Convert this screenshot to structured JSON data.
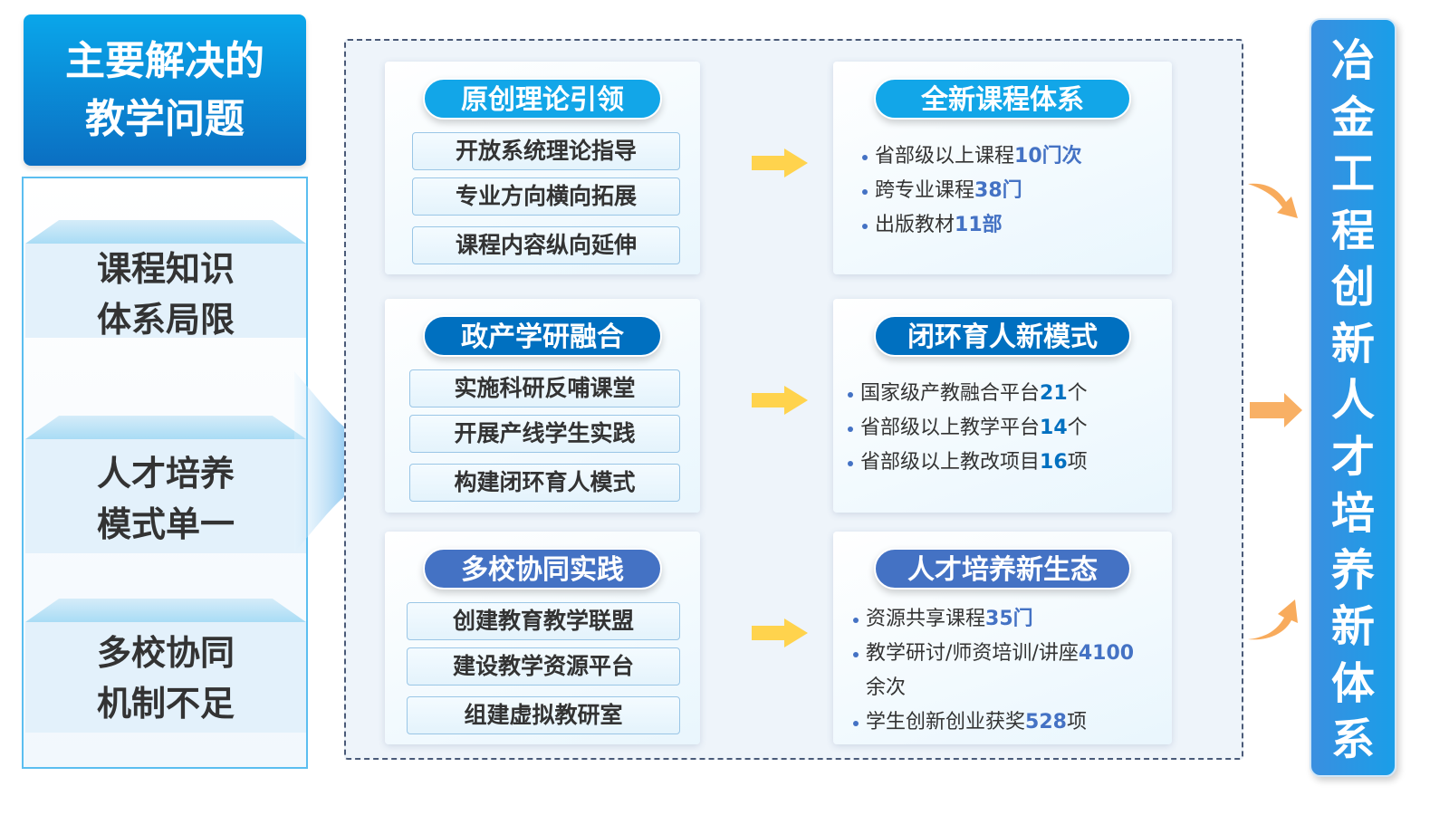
{
  "title": [
    "主要解决的",
    "教学问题"
  ],
  "problems": [
    [
      "课程知识",
      "体系局限"
    ],
    [
      "人才培养",
      "模式单一"
    ],
    [
      "多校协同",
      "机制不足"
    ]
  ],
  "measures": [
    {
      "title": "原创理论引领",
      "items": [
        "开放系统理论指导",
        "专业方向横向拓展",
        "课程内容纵向延伸"
      ]
    },
    {
      "title": "政产学研融合",
      "items": [
        "实施科研反哺课堂",
        "开展产线学生实践",
        "构建闭环育人模式"
      ]
    },
    {
      "title": "多校协同实践",
      "items": [
        "创建教育教学联盟",
        "建设教学资源平台",
        "组建虚拟教研室"
      ]
    }
  ],
  "results": [
    {
      "title": "全新课程体系",
      "color": "#12a6e8",
      "num_color": "#4472c4",
      "items": [
        {
          "text": "省部级以上课程",
          "num": "10门次",
          "post": ""
        },
        {
          "text": "跨专业课程",
          "num": "38门",
          "post": ""
        },
        {
          "text": "出版教材",
          "num": "11部",
          "post": ""
        }
      ]
    },
    {
      "title": "闭环育人新模式",
      "color": "#0070c0",
      "num_color": "#0070c0",
      "items": [
        {
          "text": "国家级产教融合平台",
          "num": "21",
          "post": "个"
        },
        {
          "text": "省部级以上教学平台",
          "num": "14",
          "post": "个"
        },
        {
          "text": "省部级以上教改项目",
          "num": "16",
          "post": "项"
        }
      ]
    },
    {
      "title": "人才培养新生态",
      "color": "#4472c4",
      "num_color": "#4472c4",
      "items": [
        {
          "text": "资源共享课程",
          "num": "35门",
          "post": ""
        },
        {
          "text": "教学研讨/师资培训/讲座",
          "num": "4100",
          "post": "余次"
        },
        {
          "text": "学生创新创业获奖",
          "num": "528",
          "post": "项"
        }
      ]
    }
  ],
  "goal": "冶金工程创新人才培养新体系",
  "colors": {
    "measure_pill": "#12a6e8",
    "arrow_yellow": "#ffd34d",
    "arrow_orange": "#f7a24a"
  }
}
